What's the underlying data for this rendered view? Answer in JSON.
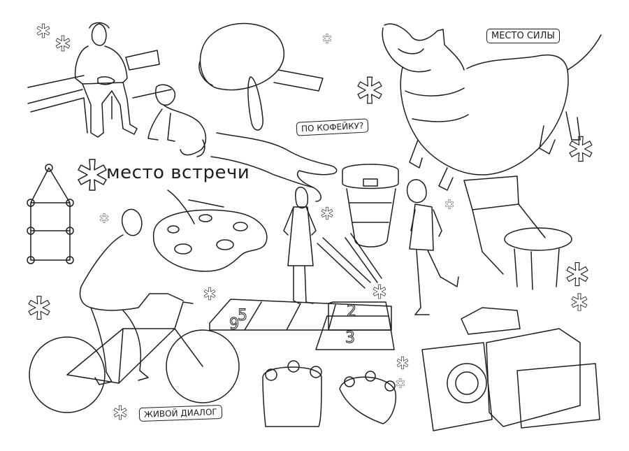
{
  "title": "место встречи",
  "labels": {
    "place_of_power": "место силы",
    "for_coffee": "по кофейку?",
    "live_dialog": "живой диалог"
  },
  "icons": [
    "asterisk-logo-icon",
    "asterisk-icon"
  ],
  "colors": {
    "line": "#1e1e1e",
    "background": "#ffffff"
  }
}
